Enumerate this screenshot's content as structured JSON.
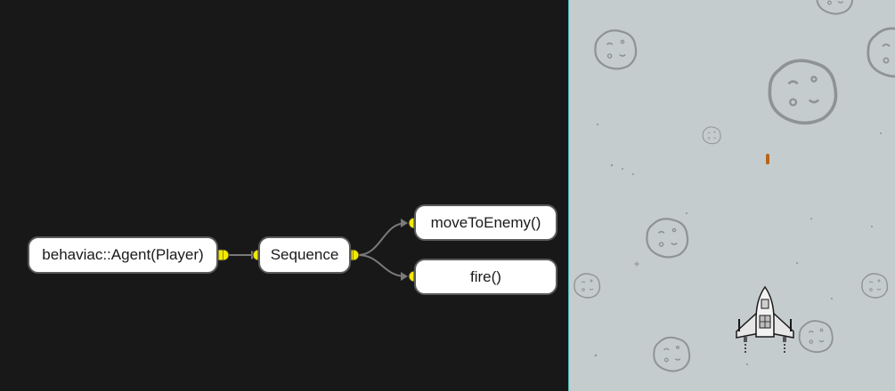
{
  "behavior_tree": {
    "root_node": {
      "label": "behaviac::Agent(Player)"
    },
    "sequence_node": {
      "label": "Sequence"
    },
    "action_nodes": [
      {
        "label": "moveToEnemy()"
      },
      {
        "label": "fire()"
      }
    ]
  },
  "colors": {
    "editor_background": "#181818",
    "node_fill": "#ffffff",
    "node_border": "#5a5a5a",
    "connector_port": "#f2e800",
    "edge": "#7a7a7a",
    "game_background": "#c5cccd",
    "panel_divider": "#4cb8b8",
    "bullet": "#b5651d"
  },
  "game_view": {
    "player_sprite": "spaceship-icon",
    "obstacle_sprite": "asteroid-icon",
    "projectile_sprite": "bullet-icon"
  }
}
